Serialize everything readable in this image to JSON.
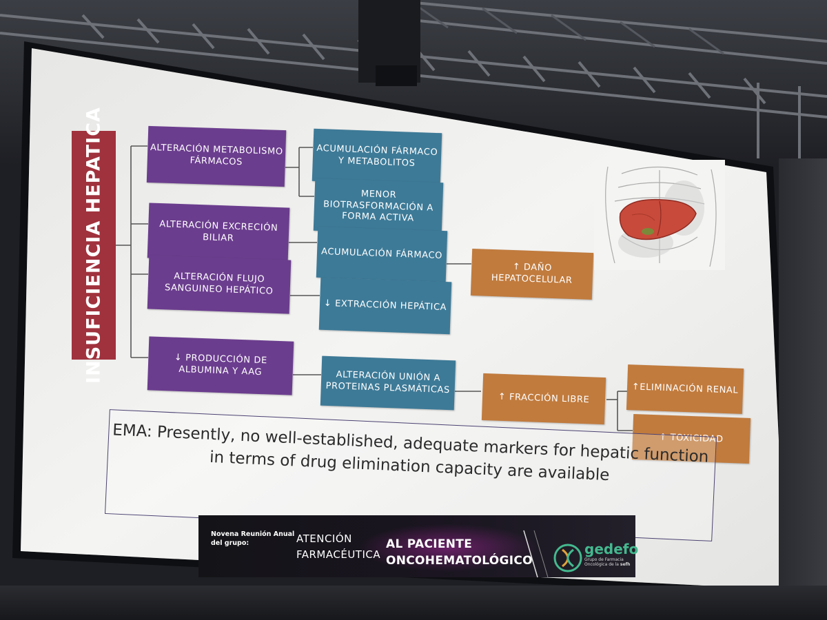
{
  "slide": {
    "title": "INSUFICIENCIA HEPATICA",
    "causes": [
      "ALTERACIÓN METABOLISMO FÁRMACOS",
      "ALTERACIÓN EXCRECIÓN BILIAR",
      "ALTERACIÓN FLUJO SANGUINEO HEPÁTICO",
      "↓ PRODUCCIÓN DE ALBUMINA Y AAG"
    ],
    "effects": [
      "ACUMULACIÓN FÁRMACO Y METABOLITOS",
      "MENOR BIOTRASFORMACIÓN A FORMA ACTIVA",
      "ACUMULACIÓN FÁRMACO",
      "↓ EXTRACCIÓN HEPÁTICA",
      "ALTERACIÓN UNIÓN A PROTEINAS PLASMÁTICAS"
    ],
    "outcomes": [
      "↑ DAÑO HEPATOCELULAR",
      "↑ FRACCIÓN LIBRE",
      "↑ELIMINACIÓN RENAL",
      "↑ TOXICIDAD"
    ],
    "ema_lines": [
      "EMA: Presently, no well-established, adequate markers for hepatic function",
      "in terms of drug elimination capacity are available"
    ]
  },
  "banner": {
    "meeting_line1": "Novena Reunión Anual",
    "meeting_line2": "del grupo:",
    "atencion": "ATENCIÓN",
    "farmaceutica": "FARMACÉUTICA",
    "al_paciente": "AL PACIENTE",
    "oncohematologico": "ONCOHEMATOLÓGICO",
    "logo_name": "gedefo",
    "logo_sub_line1": "Grupo de Farmacia",
    "logo_sub_line2": "Oncológica de la",
    "logo_sub_org": "sefh"
  },
  "colors": {
    "title_red": "#a0323d",
    "cause_purple": "#6b3d8e",
    "effect_blue": "#3d7a97",
    "outcome_orange": "#c17b3d",
    "logo_green": "#44b98f"
  }
}
